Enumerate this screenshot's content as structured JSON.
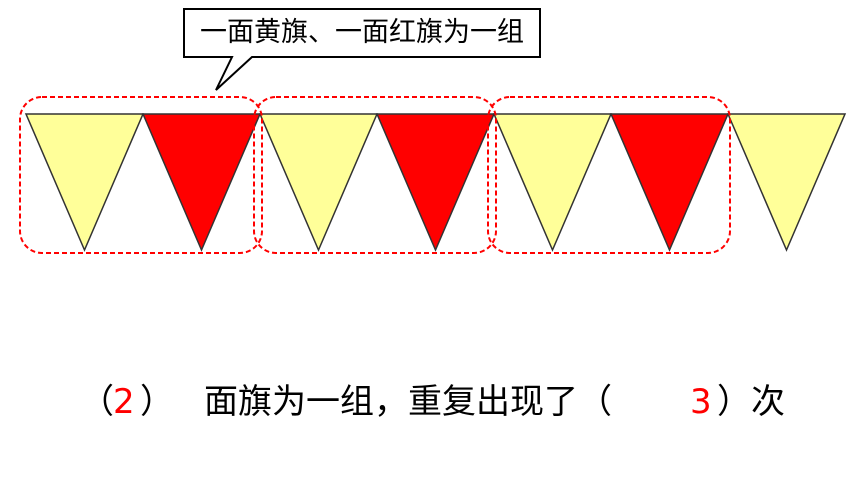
{
  "callout": {
    "text": "一面黄旗、一面红旗为一组"
  },
  "flags": [
    {
      "color": "yellow"
    },
    {
      "color": "red"
    },
    {
      "color": "yellow"
    },
    {
      "color": "red"
    },
    {
      "color": "yellow"
    },
    {
      "color": "red"
    },
    {
      "color": "yellow"
    }
  ],
  "groups": [
    {
      "flags": 2
    },
    {
      "flags": 2
    },
    {
      "flags": 2
    }
  ],
  "colors": {
    "yellow": "#ffff99",
    "red": "#ff0000",
    "outline": "#333333",
    "dash": "#ff0000"
  },
  "question": {
    "open1": "（",
    "answer1": "2",
    "close1": "）",
    "text1": "面旗为一组，重复出现了（",
    "answer2": "3",
    "close2": "）次"
  }
}
